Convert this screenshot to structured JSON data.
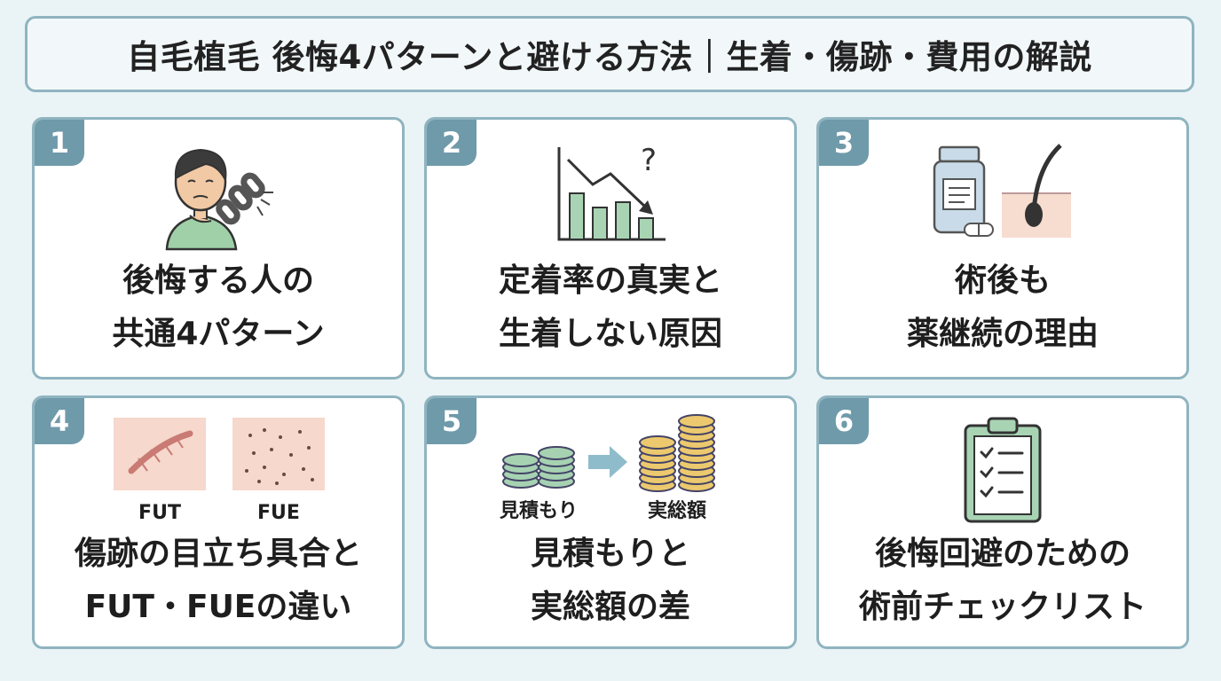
{
  "title": "自毛植毛 後悔4パターンと避ける方法｜生着・傷跡・費用の解説",
  "cards": [
    {
      "number": "1",
      "line1": "後悔する人の",
      "line2": "共通4パターン",
      "icon": "regretful-person-broken-chain-icon"
    },
    {
      "number": "2",
      "line1": "定着率の真実と",
      "line2": "生着しない原因",
      "icon": "declining-chart-question-icon"
    },
    {
      "number": "3",
      "line1": "術後も",
      "line2": "薬継続の理由",
      "icon": "medicine-bottle-hair-follicle-icon"
    },
    {
      "number": "4",
      "line1": "傷跡の目立ち具合と",
      "line2": "FUT・FUEの違い",
      "icon": "scar-comparison-icon",
      "labels": [
        "FUT",
        "FUE"
      ]
    },
    {
      "number": "5",
      "line1": "見積もりと",
      "line2": "実総額の差",
      "icon": "coin-stacks-comparison-icon",
      "labels": [
        "見積もり",
        "実総額"
      ]
    },
    {
      "number": "6",
      "line1": "後悔回避のための",
      "line2": "術前チェックリスト",
      "icon": "clipboard-checklist-icon"
    }
  ],
  "colors": {
    "accent": "#6f9aaa",
    "border": "#8fb4c0",
    "background": "#eaf3f6",
    "green": "#8fc4a2",
    "gold": "#e8c66a"
  }
}
